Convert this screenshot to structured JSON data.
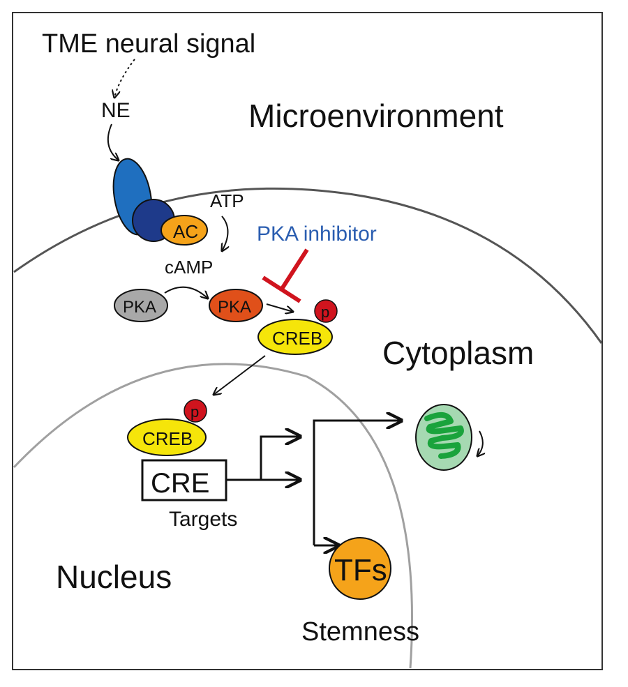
{
  "labels": {
    "signal": "TME neural signal",
    "ne": "NE",
    "microenvironment": "Microenvironment",
    "atp": "ATP",
    "ac": "AC",
    "camp": "cAMP",
    "pka_inhibitor": "PKA inhibitor",
    "pka_inactive": "PKA",
    "pka_active": "PKA",
    "creb_cyto": "CREB",
    "p_cyto": "p",
    "cytoplasm": "Cytoplasm",
    "creb_nuc": "CREB",
    "p_nuc": "p",
    "cre": "CRE",
    "targets": "Targets",
    "tfs": "TFs",
    "nucleus": "Nucleus",
    "stemness": "Stemness"
  },
  "colors": {
    "frame": "#333333",
    "membrane": "#555555",
    "nuclear_envelope": "#a0a0a0",
    "receptor_dark_blue": "#1e3a8a",
    "receptor_blue": "#1f6fbf",
    "ac_orange": "#f5a31a",
    "pka_gray": "#a8a8a8",
    "pka_active": "#e0501a",
    "creb_yellow": "#f5e50a",
    "phospho_red": "#d0141e",
    "inhibitor_red": "#d0141e",
    "inhibitor_text": "#2a5db0",
    "mito_outer": "#a6d9b2",
    "mito_inner": "#1aa33c",
    "tfs_orange": "#f5a31a"
  }
}
